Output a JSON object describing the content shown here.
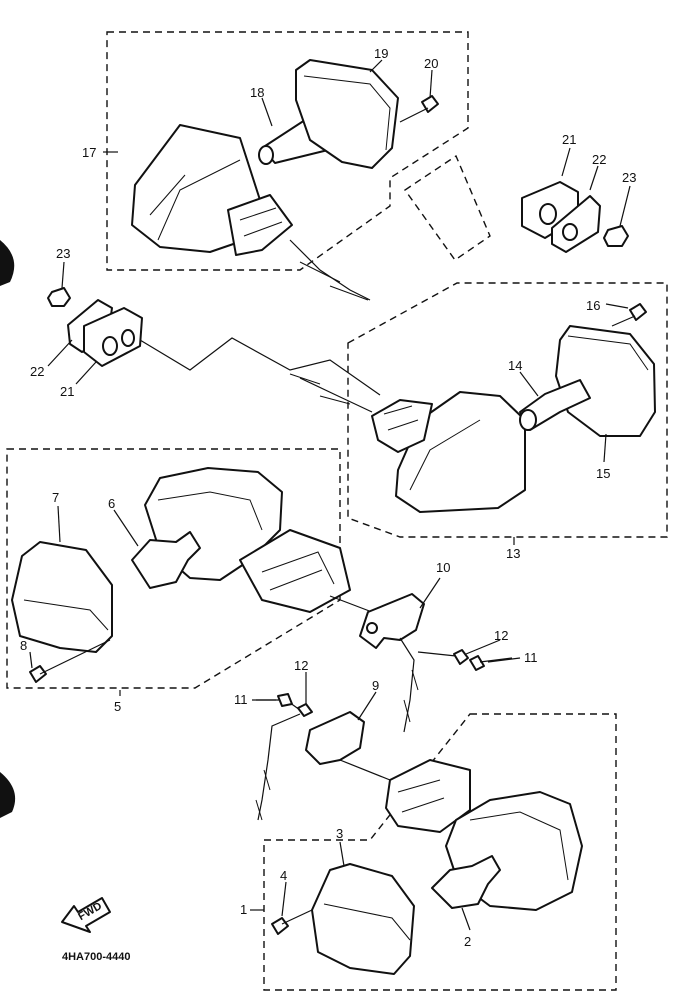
{
  "diagram": {
    "part_numbers": [
      "1",
      "2",
      "3",
      "4",
      "5",
      "6",
      "7",
      "8",
      "9",
      "10",
      "11",
      "12",
      "13",
      "14",
      "15",
      "16",
      "17",
      "18",
      "19",
      "20",
      "21",
      "22",
      "23"
    ],
    "callouts": {
      "n1": "1",
      "n2": "2",
      "n3": "3",
      "n4": "4",
      "n5": "5",
      "n6": "6",
      "n7": "7",
      "n8": "8",
      "n9": "9",
      "n10": "10",
      "n11a": "11",
      "n11b": "11",
      "n12a": "12",
      "n12b": "12",
      "n13": "13",
      "n14": "14",
      "n15": "15",
      "n16": "16",
      "n17": "17",
      "n18": "18",
      "n19": "19",
      "n20": "20",
      "n21a": "21",
      "n21b": "21",
      "n22a": "22",
      "n22b": "22",
      "n23a": "23",
      "n23b": "23"
    },
    "fwd_label": "FWD",
    "drawing_code": "4HA700-4440"
  }
}
